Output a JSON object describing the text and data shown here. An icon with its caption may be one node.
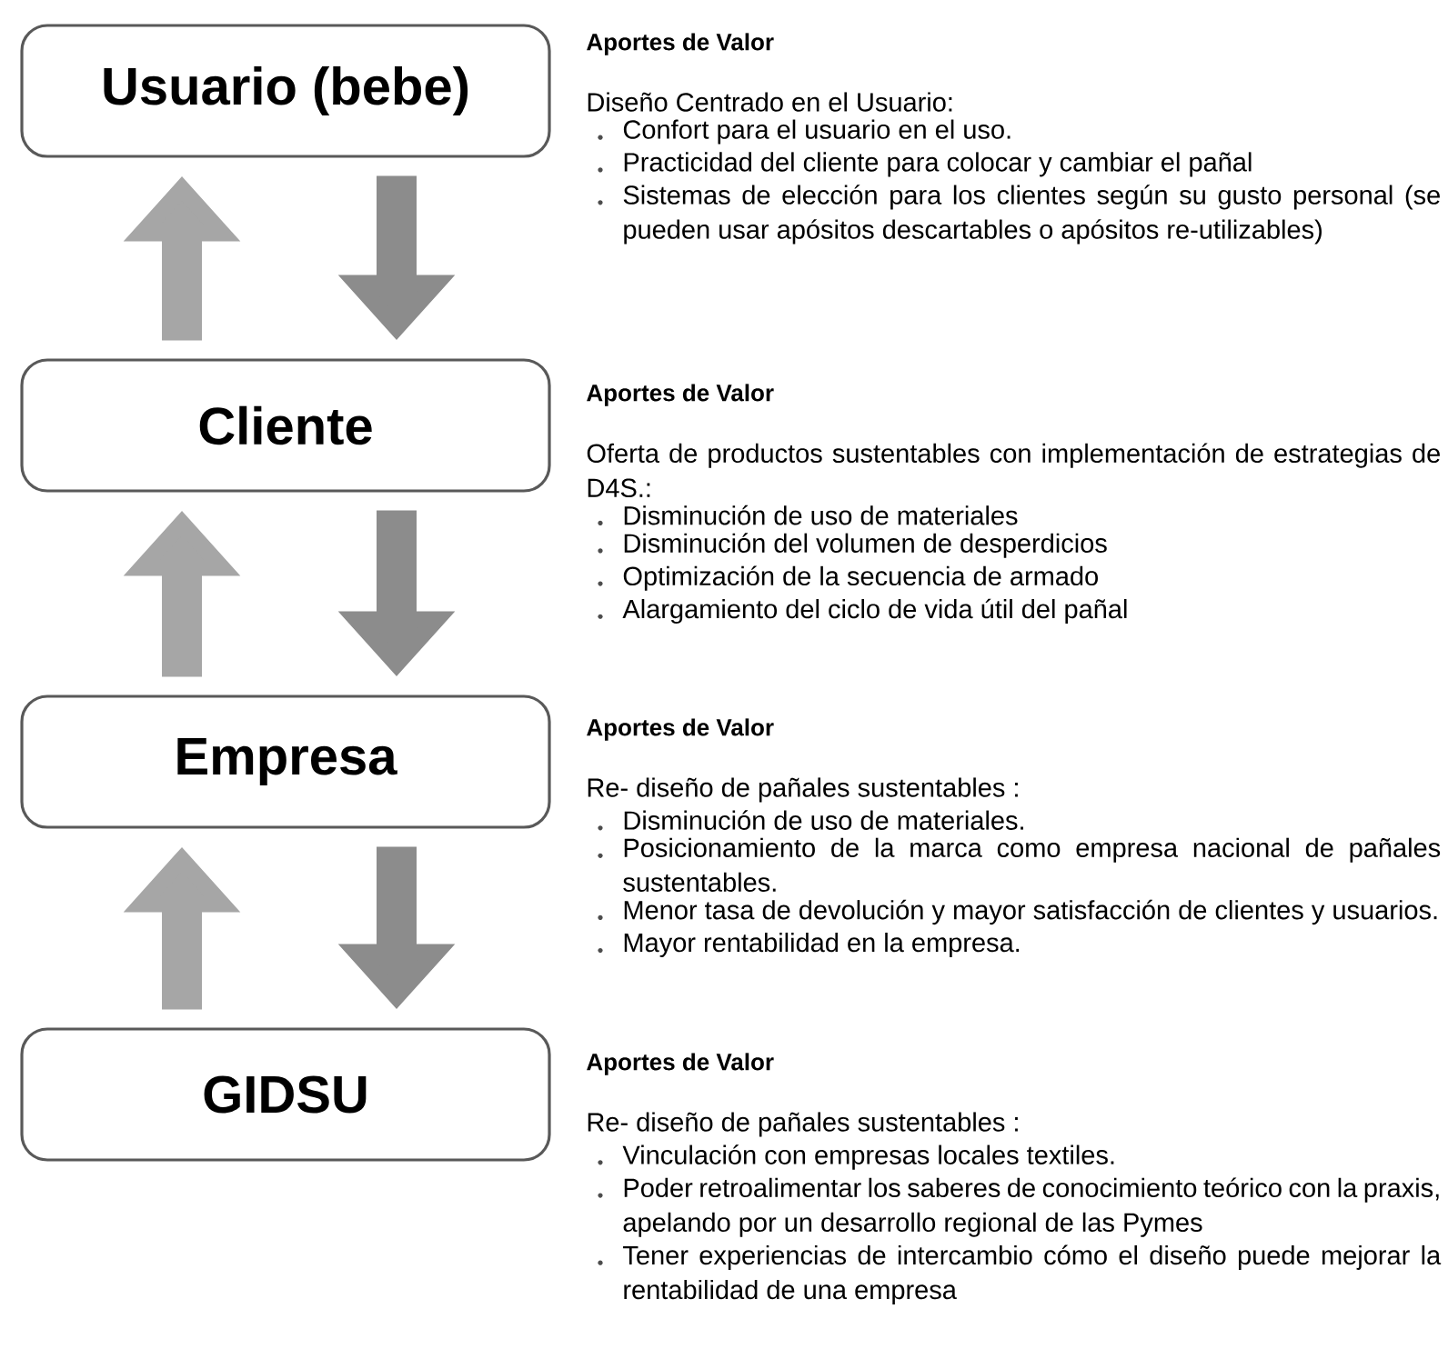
{
  "diagram": {
    "nodes": [
      {
        "text": [
          "Usuario (bebe)"
        ],
        "beside": [
          "Aportes de Valor",
          "Diseño Centrado en el Usuario:",
          "Confort para el usuario en el uso.",
          "Practicidad del cliente para colocar y cambiar el pañal",
          "Sistemas de elección para los clientes según su gusto personal (se pueden usar apósitos descartables o apósitos re-utilizables)"
        ]
      },
      {
        "text": [
          "Cliente"
        ],
        "beside": [
          "Aportes de Valor",
          "Oferta de productos sustentables con implementación de estrategias de D4S.:",
          "Disminución de uso de materiales",
          "Disminución del volumen de desperdicios",
          "Optimización de la secuencia de armado",
          "Alargamiento del ciclo de vida útil del pañal"
        ]
      },
      {
        "text": [
          "Empresa"
        ],
        "beside": [
          "Aportes de Valor",
          "Re- diseño de pañales sustentables :",
          "Disminución de uso de materiales.",
          "Posicionamiento de la marca como empresa nacional de pañales sustentables.",
          "Menor tasa de devolución y mayor satisfacción de clientes y usuarios.",
          "Mayor rentabilidad en la empresa."
        ]
      },
      {
        "text": [
          "GIDSU"
        ],
        "beside": [
          "Aportes de Valor",
          "Re- diseño de pañales sustentables :",
          "Vinculación con empresas locales textiles.",
          "Poder retroalimentar los saberes de  conocimiento teórico con la praxis, apelando por un desarrollo regional de las Pymes",
          "Tener experiencias de intercambio cómo el diseño puede mejorar la rentabilidad de una empresa"
        ]
      }
    ],
    "edges": [
      {
        "from": 1,
        "to": 0,
        "arrow": "to"
      },
      {
        "from": 0,
        "to": 1,
        "arrow": "to"
      },
      {
        "from": 2,
        "to": 1,
        "arrow": "to"
      },
      {
        "from": 1,
        "to": 2,
        "arrow": "to"
      },
      {
        "from": 3,
        "to": 2,
        "arrow": "to"
      },
      {
        "from": 2,
        "to": 3,
        "arrow": "to"
      }
    ]
  }
}
